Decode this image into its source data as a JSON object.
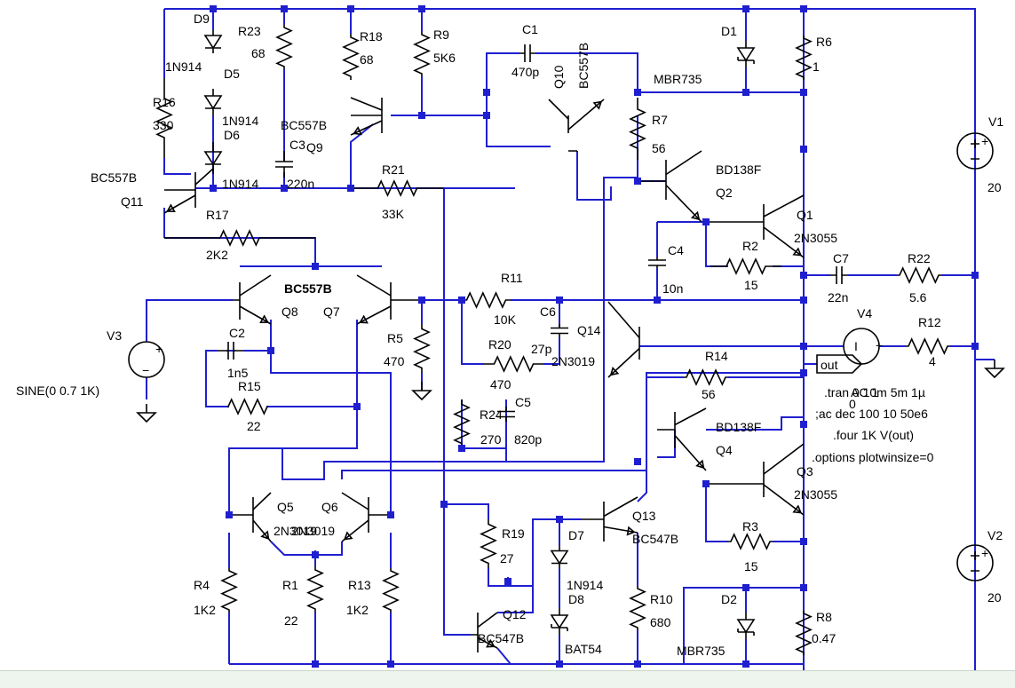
{
  "labels": [
    {
      "text": "D9",
      "name": "label-d9"
    },
    {
      "text": "1N914",
      "name": "label-d9-model"
    },
    {
      "text": "D5",
      "name": "label-d5"
    },
    {
      "text": "1N914",
      "name": "label-d5-model"
    },
    {
      "text": "D6",
      "name": "label-d6"
    },
    {
      "text": "1N914",
      "name": "label-d6-model"
    },
    {
      "text": "R16",
      "name": "label-r16"
    },
    {
      "text": "330",
      "name": "label-r16-value"
    },
    {
      "text": "R23",
      "name": "label-r23"
    },
    {
      "text": "68",
      "name": "label-r23-value"
    },
    {
      "text": "BC557B",
      "name": "label-q9-model"
    },
    {
      "text": "C3",
      "name": "label-c3"
    },
    {
      "text": "220n",
      "name": "label-c3-value"
    },
    {
      "text": "Q9",
      "name": "label-q9"
    },
    {
      "text": "R18",
      "name": "label-r18"
    },
    {
      "text": "68",
      "name": "label-r18-value"
    },
    {
      "text": "R9",
      "name": "label-r9"
    },
    {
      "text": "5K6",
      "name": "label-r9-value"
    },
    {
      "text": "C1",
      "name": "label-c1"
    },
    {
      "text": "470p",
      "name": "label-c1-value"
    },
    {
      "text": "Q10",
      "name": "label-q10"
    },
    {
      "text": "BC557B",
      "name": "label-q10-model"
    },
    {
      "text": "D1",
      "name": "label-d1"
    },
    {
      "text": "MBR735",
      "name": "label-d1-model"
    },
    {
      "text": "R6",
      "name": "label-r6"
    },
    {
      "text": "1",
      "name": "label-r6-value"
    },
    {
      "text": "V1",
      "name": "label-v1"
    },
    {
      "text": "20",
      "name": "label-v1-value"
    },
    {
      "text": "BC557B",
      "name": "label-q11-model"
    },
    {
      "text": "Q11",
      "name": "label-q11"
    },
    {
      "text": "R17",
      "name": "label-r17"
    },
    {
      "text": "2K2",
      "name": "label-r17-value"
    },
    {
      "text": "R21",
      "name": "label-r21"
    },
    {
      "text": "33K",
      "name": "label-r21-value"
    },
    {
      "text": "R7",
      "name": "label-r7"
    },
    {
      "text": "56",
      "name": "label-r7-value"
    },
    {
      "text": "BD138F",
      "name": "label-q2-model"
    },
    {
      "text": "Q2",
      "name": "label-q2"
    },
    {
      "text": "Q1",
      "name": "label-q1"
    },
    {
      "text": "2N3055",
      "name": "label-q1-model"
    },
    {
      "text": "C4",
      "name": "label-c4"
    },
    {
      "text": "10n",
      "name": "label-c4-value"
    },
    {
      "text": "R2",
      "name": "label-r2"
    },
    {
      "text": "15",
      "name": "label-r2-value"
    },
    {
      "text": "C7",
      "name": "label-c7"
    },
    {
      "text": "22n",
      "name": "label-c7-value"
    },
    {
      "text": "R22",
      "name": "label-r22"
    },
    {
      "text": "5.6",
      "name": "label-r22-value"
    },
    {
      "text": "BC557B",
      "name": "label-q8-q7-model",
      "bold": true
    },
    {
      "text": "Q8",
      "name": "label-q8"
    },
    {
      "text": "Q7",
      "name": "label-q7"
    },
    {
      "text": "R11",
      "name": "label-r11"
    },
    {
      "text": "10K",
      "name": "label-r11-value"
    },
    {
      "text": "C6",
      "name": "label-c6"
    },
    {
      "text": "27p",
      "name": "label-c6-value"
    },
    {
      "text": "Q14",
      "name": "label-q14"
    },
    {
      "text": "2N3019",
      "name": "label-q14-model"
    },
    {
      "text": "V3",
      "name": "label-v3"
    },
    {
      "text": "SINE(0 0.7 1K)",
      "name": "label-v3-value"
    },
    {
      "text": "C2",
      "name": "label-c2"
    },
    {
      "text": "1n5",
      "name": "label-c2-value"
    },
    {
      "text": "R15",
      "name": "label-r15"
    },
    {
      "text": "22",
      "name": "label-r15-value"
    },
    {
      "text": "R5",
      "name": "label-r5"
    },
    {
      "text": "470",
      "name": "label-r5-value"
    },
    {
      "text": "R20",
      "name": "label-r20"
    },
    {
      "text": "470",
      "name": "label-r20-value"
    },
    {
      "text": "V4",
      "name": "label-v4"
    },
    {
      "text": "R12",
      "name": "label-r12"
    },
    {
      "text": "4",
      "name": "label-r12-value"
    },
    {
      "text": "out",
      "name": "label-out-net"
    },
    {
      "text": "R14",
      "name": "label-r14"
    },
    {
      "text": "56",
      "name": "label-r14-value"
    },
    {
      "text": ".tran 0 10m 5m 1µ",
      "name": "directive-tran"
    },
    {
      "text": "AC 1",
      "name": "label-v4-ac"
    },
    {
      "text": "0",
      "name": "label-v4-value"
    },
    {
      "text": ";ac dec 100 10 50e6",
      "name": "directive-ac"
    },
    {
      "text": ".four 1K V(out)",
      "name": "directive-four"
    },
    {
      "text": ".options plotwinsize=0",
      "name": "directive-options"
    },
    {
      "text": "R24",
      "name": "label-r24"
    },
    {
      "text": "270",
      "name": "label-r24-value"
    },
    {
      "text": "C5",
      "name": "label-c5"
    },
    {
      "text": "820p",
      "name": "label-c5-value"
    },
    {
      "text": "BD138F",
      "name": "label-q4-model"
    },
    {
      "text": "Q4",
      "name": "label-q4"
    },
    {
      "text": "Q3",
      "name": "label-q3"
    },
    {
      "text": "2N3055",
      "name": "label-q3-model"
    },
    {
      "text": "Q5",
      "name": "label-q5"
    },
    {
      "text": "Q6",
      "name": "label-q6"
    },
    {
      "text": "2N3019",
      "name": "label-q5-model"
    },
    {
      "text": "2N3019",
      "name": "label-q6-model"
    },
    {
      "text": "R19",
      "name": "label-r19"
    },
    {
      "text": "27",
      "name": "label-r19-value"
    },
    {
      "text": "D7",
      "name": "label-d7"
    },
    {
      "text": "1N914",
      "name": "label-d7-model"
    },
    {
      "text": "D8",
      "name": "label-d8"
    },
    {
      "text": "BAT54",
      "name": "label-d8-model"
    },
    {
      "text": "Q13",
      "name": "label-q13"
    },
    {
      "text": "BC547B",
      "name": "label-q13-model"
    },
    {
      "text": "R3",
      "name": "label-r3"
    },
    {
      "text": "15",
      "name": "label-r3-value"
    },
    {
      "text": "V2",
      "name": "label-v2"
    },
    {
      "text": "20",
      "name": "label-v2-value"
    },
    {
      "text": "R4",
      "name": "label-r4"
    },
    {
      "text": "1K2",
      "name": "label-r4-value"
    },
    {
      "text": "R1",
      "name": "label-r1"
    },
    {
      "text": "22",
      "name": "label-r1-value"
    },
    {
      "text": "R13",
      "name": "label-r13"
    },
    {
      "text": "1K2",
      "name": "label-r13-value"
    },
    {
      "text": "Q12",
      "name": "label-q12"
    },
    {
      "text": "BC547B",
      "name": "label-q12-model"
    },
    {
      "text": "R10",
      "name": "label-r10"
    },
    {
      "text": "680",
      "name": "label-r10-value"
    },
    {
      "text": "D2",
      "name": "label-d2"
    },
    {
      "text": "MBR735",
      "name": "label-d2-model"
    },
    {
      "text": "R8",
      "name": "label-r8"
    },
    {
      "text": "0.47",
      "name": "label-r8-value"
    }
  ],
  "colors": {
    "wire": "#1f1fd0",
    "component": "#000000",
    "background": "#ffffff"
  }
}
